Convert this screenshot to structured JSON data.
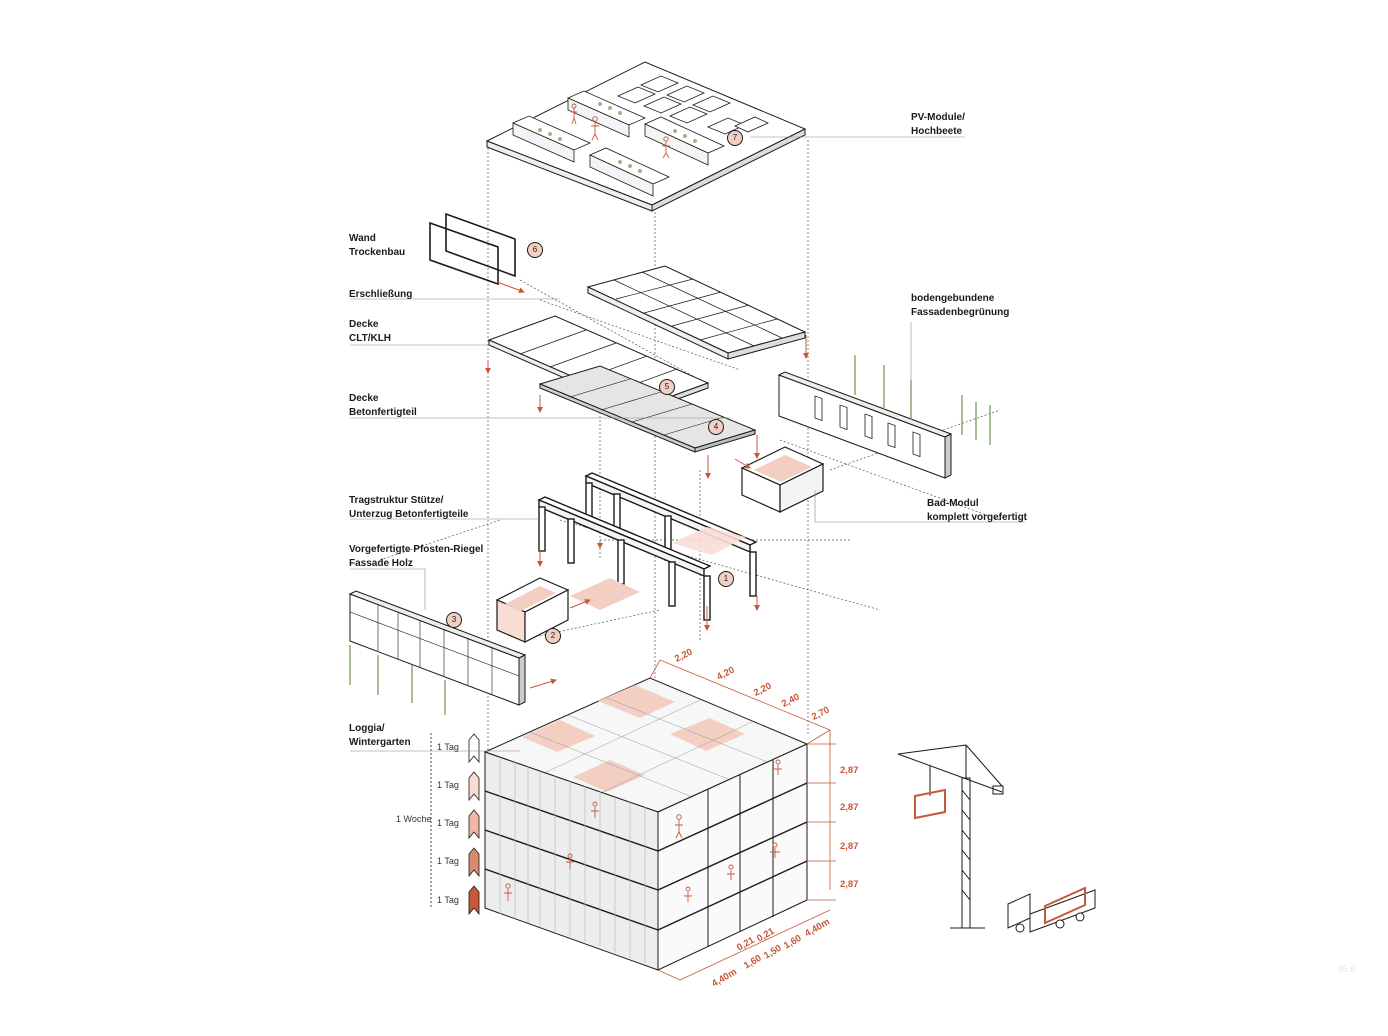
{
  "labels": {
    "pv": [
      "PV-Module/",
      "Hochbeete"
    ],
    "wand": [
      "Wand",
      "Trockenbau"
    ],
    "erschliessung": "Erschließung",
    "decke_clt": [
      "Decke",
      "CLT/KLH"
    ],
    "decke_beton": [
      "Decke",
      "Betonfertigteil"
    ],
    "fassadenbegruenung": [
      "bodengebundene",
      "Fassadenbegrünung"
    ],
    "tragstruktur": [
      "Tragstruktur Stütze/",
      "Unterzug Betonfertigteile"
    ],
    "bad": [
      "Bad-Modul",
      "komplett vorgefertigt"
    ],
    "pfosten": [
      "Vorgefertigte Pfosten-Riegel",
      "Fassade Holz"
    ],
    "loggia": [
      "Loggia/",
      "Wintergarten"
    ]
  },
  "markers": [
    "1",
    "2",
    "3",
    "4",
    "5",
    "6",
    "7"
  ],
  "timeline": {
    "days": [
      "1 Tag",
      "1 Tag",
      "1 Tag",
      "1 Tag",
      "1 Tag"
    ],
    "week": "1 Woche"
  },
  "dimensions": {
    "top": [
      "2,20",
      "4,20",
      "2,20",
      "2,40",
      "2,70"
    ],
    "floor_heights": [
      "2,87",
      "2,87",
      "2,87",
      "2,87"
    ],
    "bottom_right": [
      "0,21",
      "0,21",
      "1,60",
      "1,50",
      "1,60",
      "4,40m",
      "4,40m"
    ]
  },
  "page_number": "05.6",
  "colors": {
    "accent": "#c8583a",
    "accent_light": "#f3cfc3",
    "line": "#1a1a1a",
    "green": "#7a9a5a"
  }
}
